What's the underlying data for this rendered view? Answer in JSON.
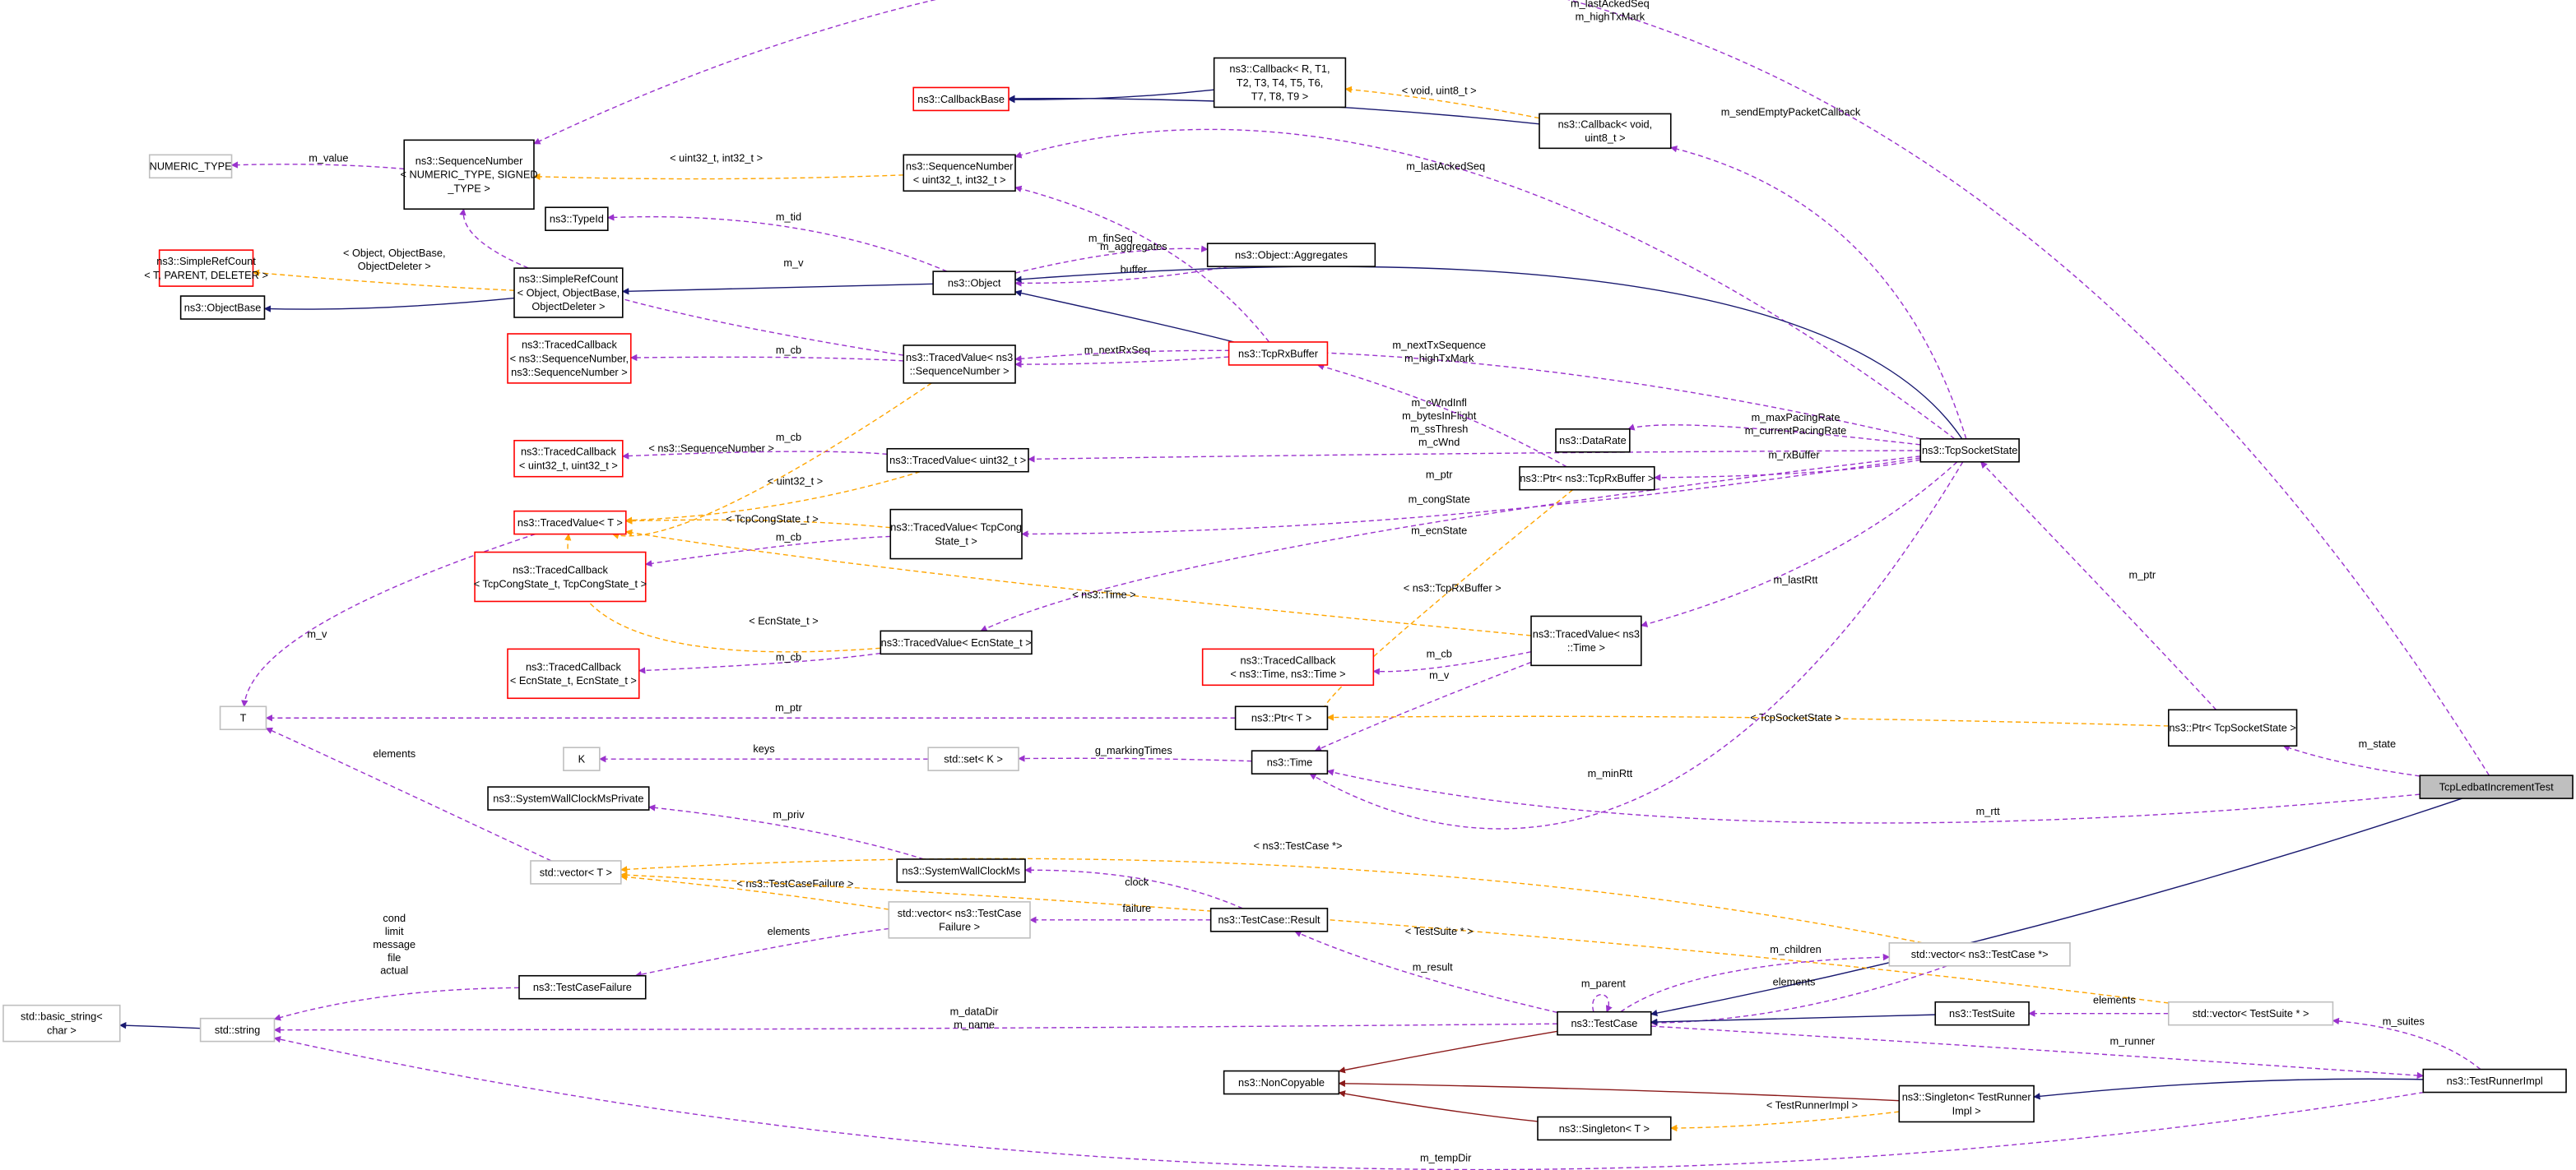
{
  "title": "TcpLedbatIncrementTest",
  "colors": {
    "usage": "#9a32cd",
    "template": "#ffa500",
    "inherit": "#191970",
    "private": "#8b1a1a",
    "truncated": "#ff0000",
    "undocumented": "#bfbfbf",
    "focus_fill": "#bfbfbf"
  },
  "nodes": {
    "numericType": {
      "lines": [
        "NUMERIC_TYPE"
      ],
      "style": "undocumented"
    },
    "seqNumGeneric": {
      "lines": [
        "ns3::SequenceNumber",
        "< NUMERIC_TYPE, SIGNED",
        "_TYPE >"
      ],
      "style": "normal"
    },
    "callbackBase": {
      "lines": [
        "ns3::CallbackBase"
      ],
      "style": "truncated"
    },
    "callbackR": {
      "lines": [
        "ns3::Callback< R, T1,",
        "T2, T3, T4, T5, T6,",
        "T7, T8, T9 >"
      ],
      "style": "normal"
    },
    "callbackVoid": {
      "lines": [
        "ns3::Callback< void,",
        "uint8_t >"
      ],
      "style": "normal"
    },
    "seqNumU32": {
      "lines": [
        "ns3::SequenceNumber",
        "< uint32_t, int32_t >"
      ],
      "style": "normal"
    },
    "typeId": {
      "lines": [
        "ns3::TypeId"
      ],
      "style": "normal"
    },
    "object": {
      "lines": [
        "ns3::Object"
      ],
      "style": "normal"
    },
    "aggregates": {
      "lines": [
        "ns3::Object::Aggregates"
      ],
      "style": "normal"
    },
    "simpleRefT": {
      "lines": [
        "ns3::SimpleRefCount",
        "< T, PARENT, DELETER >"
      ],
      "style": "truncated"
    },
    "simpleRefObj": {
      "lines": [
        "ns3::SimpleRefCount",
        "< Object, ObjectBase,",
        "ObjectDeleter >"
      ],
      "style": "normal"
    },
    "objectBase": {
      "lines": [
        "ns3::ObjectBase"
      ],
      "style": "normal"
    },
    "tcSeq": {
      "lines": [
        "ns3::TracedCallback",
        "< ns3::SequenceNumber,",
        "ns3::SequenceNumber >"
      ],
      "style": "truncated"
    },
    "tvSeq": {
      "lines": [
        "ns3::TracedValue< ns3",
        "::SequenceNumber >"
      ],
      "style": "normal"
    },
    "tcpRxBuffer": {
      "lines": [
        "ns3::TcpRxBuffer"
      ],
      "style": "truncated"
    },
    "tcU32": {
      "lines": [
        "ns3::TracedCallback",
        "< uint32_t, uint32_t >"
      ],
      "style": "truncated"
    },
    "tvU32": {
      "lines": [
        "ns3::TracedValue< uint32_t >"
      ],
      "style": "normal"
    },
    "dataRate": {
      "lines": [
        "ns3::DataRate"
      ],
      "style": "normal"
    },
    "tcpSocketState": {
      "lines": [
        "ns3::TcpSocketState"
      ],
      "style": "normal"
    },
    "ptrRxBuf": {
      "lines": [
        "ns3::Ptr< ns3::TcpRxBuffer >"
      ],
      "style": "normal"
    },
    "tvT": {
      "lines": [
        "ns3::TracedValue< T >"
      ],
      "style": "truncated"
    },
    "tvCong": {
      "lines": [
        "ns3::TracedValue< TcpCong",
        "State_t >"
      ],
      "style": "normal"
    },
    "tcCong": {
      "lines": [
        "ns3::TracedCallback",
        "< TcpCongState_t, TcpCongState_t >"
      ],
      "style": "truncated"
    },
    "tvEcn": {
      "lines": [
        "ns3::TracedValue< EcnState_t >"
      ],
      "style": "normal"
    },
    "tcEcn": {
      "lines": [
        "ns3::TracedCallback",
        "< EcnState_t, EcnState_t >"
      ],
      "style": "truncated"
    },
    "tvTime": {
      "lines": [
        "ns3::TracedValue< ns3",
        "::Time >"
      ],
      "style": "normal"
    },
    "tcTime": {
      "lines": [
        "ns3::TracedCallback",
        "< ns3::Time, ns3::Time >"
      ],
      "style": "truncated"
    },
    "T": {
      "lines": [
        "T"
      ],
      "style": "undocumented"
    },
    "ptrT": {
      "lines": [
        "ns3::Ptr< T >"
      ],
      "style": "normal"
    },
    "ptrTcpSS": {
      "lines": [
        "ns3::Ptr< TcpSocketState >"
      ],
      "style": "normal"
    },
    "K": {
      "lines": [
        "K"
      ],
      "style": "undocumented"
    },
    "stdSetK": {
      "lines": [
        "std::set< K >"
      ],
      "style": "undocumented"
    },
    "time": {
      "lines": [
        "ns3::Time"
      ],
      "style": "normal"
    },
    "ledbat": {
      "lines": [
        "TcpLedbatIncrementTest"
      ],
      "style": "focus"
    },
    "sysWallPriv": {
      "lines": [
        "ns3::SystemWallClockMsPrivate"
      ],
      "style": "normal"
    },
    "stdVecT": {
      "lines": [
        "std::vector< T >"
      ],
      "style": "undocumented"
    },
    "sysWall": {
      "lines": [
        "ns3::SystemWallClockMs"
      ],
      "style": "normal"
    },
    "vecTCF": {
      "lines": [
        "std::vector< ns3::TestCase",
        "Failure >"
      ],
      "style": "undocumented"
    },
    "tcResult": {
      "lines": [
        "ns3::TestCase::Result"
      ],
      "style": "normal"
    },
    "vecTCstar": {
      "lines": [
        "std::vector< ns3::TestCase *>"
      ],
      "style": "undocumented"
    },
    "tcFailure": {
      "lines": [
        "ns3::TestCaseFailure"
      ],
      "style": "normal"
    },
    "basicString": {
      "lines": [
        "std::basic_string<",
        "char >"
      ],
      "style": "undocumented"
    },
    "string": {
      "lines": [
        "std::string"
      ],
      "style": "undocumented"
    },
    "testCase": {
      "lines": [
        "ns3::TestCase"
      ],
      "style": "normal"
    },
    "testSuite": {
      "lines": [
        "ns3::TestSuite"
      ],
      "style": "normal"
    },
    "vecTSstar": {
      "lines": [
        "std::vector< TestSuite * >"
      ],
      "style": "undocumented"
    },
    "nonCopyable": {
      "lines": [
        "ns3::NonCopyable"
      ],
      "style": "normal"
    },
    "singletonTR": {
      "lines": [
        "ns3::Singleton< TestRunner",
        "Impl >"
      ],
      "style": "normal"
    },
    "testRunner": {
      "lines": [
        "ns3::TestRunnerImpl"
      ],
      "style": "normal"
    },
    "singletonT": {
      "lines": [
        "ns3::Singleton< T >"
      ],
      "style": "normal"
    }
  },
  "edges": [
    {
      "from": "seqNumGeneric",
      "to": "numericType",
      "kind": "usage",
      "label": [
        "m_value"
      ]
    },
    {
      "from": "seqNumU32",
      "to": "seqNumGeneric",
      "kind": "template",
      "label": [
        "< uint32_t, int32_t >"
      ]
    },
    {
      "from": "callbackR",
      "to": "callbackBase",
      "kind": "inherit",
      "label": []
    },
    {
      "from": "callbackVoid",
      "to": "callbackBase",
      "kind": "inherit",
      "label": []
    },
    {
      "from": "callbackVoid",
      "to": "callbackR",
      "kind": "template",
      "label": [
        "< void, uint8_t >"
      ]
    },
    {
      "from": "tcpSocketState",
      "to": "callbackVoid",
      "kind": "usage",
      "label": [
        "m_sendEmptyPacketCallback"
      ]
    },
    {
      "from": "ledbat",
      "to": "seqNumGeneric",
      "kind": "usage",
      "label": [
        "m_lastAckedSeq",
        "m_highTxMark"
      ]
    },
    {
      "from": "tcpSocketState",
      "to": "seqNumU32",
      "kind": "usage",
      "label": [
        "m_lastAckedSeq"
      ]
    },
    {
      "from": "tcpRxBuffer",
      "to": "seqNumU32",
      "kind": "usage",
      "label": [
        "m_finSeq"
      ]
    },
    {
      "from": "object",
      "to": "typeId",
      "kind": "usage",
      "label": [
        "m_tid"
      ]
    },
    {
      "from": "object",
      "to": "aggregates",
      "kind": "usage",
      "label": [
        "m_aggregates"
      ]
    },
    {
      "from": "aggregates",
      "to": "object",
      "kind": "usage",
      "label": [
        "buffer"
      ]
    },
    {
      "from": "simpleRefObj",
      "to": "simpleRefT",
      "kind": "template",
      "label": [
        "< Object, ObjectBase,",
        "ObjectDeleter >"
      ]
    },
    {
      "from": "simpleRefObj",
      "to": "objectBase",
      "kind": "inherit",
      "label": []
    },
    {
      "from": "object",
      "to": "simpleRefObj",
      "kind": "inherit",
      "label": []
    },
    {
      "from": "tcpRxBuffer",
      "to": "object",
      "kind": "inherit",
      "label": []
    },
    {
      "from": "tcpSocketState",
      "to": "object",
      "kind": "inherit",
      "label": []
    },
    {
      "from": "tvSeq",
      "to": "tcSeq",
      "kind": "usage",
      "label": [
        "m_cb"
      ]
    },
    {
      "from": "tvSeq",
      "to": "seqNumGeneric",
      "kind": "usage",
      "label": [
        "m_v"
      ]
    },
    {
      "from": "tcpRxBuffer",
      "to": "tvSeq",
      "kind": "usage",
      "label": [
        "m_nextRxSeq"
      ]
    },
    {
      "from": "tcpSocketState",
      "to": "tvSeq",
      "kind": "usage",
      "label": [
        "m_nextTxSequence",
        "m_highTxMark"
      ]
    },
    {
      "from": "tvSeq",
      "to": "tvT",
      "kind": "template",
      "label": [
        "< ns3::SequenceNumber >"
      ]
    },
    {
      "from": "tvU32",
      "to": "tcU32",
      "kind": "usage",
      "label": [
        "m_cb"
      ]
    },
    {
      "from": "tvU32",
      "to": "tvT",
      "kind": "template",
      "label": [
        "< uint32_t >"
      ]
    },
    {
      "from": "tcpSocketState",
      "to": "tvU32",
      "kind": "usage",
      "label": [
        "m_cWndInfl",
        "m_bytesInFlight",
        "m_ssThresh",
        "m_cWnd"
      ]
    },
    {
      "from": "tcpSocketState",
      "to": "dataRate",
      "kind": "usage",
      "label": [
        "m_maxPacingRate",
        "m_currentPacingRate"
      ]
    },
    {
      "from": "tcpSocketState",
      "to": "ptrRxBuf",
      "kind": "usage",
      "label": [
        "m_rxBuffer"
      ]
    },
    {
      "from": "ptrRxBuf",
      "to": "tcpRxBuffer",
      "kind": "usage",
      "label": [
        "m_ptr"
      ]
    },
    {
      "from": "ptrRxBuf",
      "to": "ptrT",
      "kind": "template",
      "label": [
        "< ns3::TcpRxBuffer >"
      ]
    },
    {
      "from": "tvCong",
      "to": "tvT",
      "kind": "template",
      "label": [
        "< TcpCongState_t >"
      ]
    },
    {
      "from": "tvCong",
      "to": "tcCong",
      "kind": "usage",
      "label": [
        "m_cb"
      ]
    },
    {
      "from": "tcpSocketState",
      "to": "tvCong",
      "kind": "usage",
      "label": [
        "m_congState"
      ]
    },
    {
      "from": "tcpSocketState",
      "to": "tvEcn",
      "kind": "usage",
      "label": [
        "m_ecnState"
      ]
    },
    {
      "from": "tvEcn",
      "to": "tvT",
      "kind": "template",
      "label": [
        "< EcnState_t >"
      ]
    },
    {
      "from": "tvEcn",
      "to": "tcEcn",
      "kind": "usage",
      "label": [
        "m_cb"
      ]
    },
    {
      "from": "tvTime",
      "to": "tvT",
      "kind": "template",
      "label": [
        "< ns3::Time >"
      ]
    },
    {
      "from": "tvTime",
      "to": "tcTime",
      "kind": "usage",
      "label": [
        "m_cb"
      ]
    },
    {
      "from": "tvTime",
      "to": "time",
      "kind": "usage",
      "label": [
        "m_v"
      ]
    },
    {
      "from": "tcpSocketState",
      "to": "tvTime",
      "kind": "usage",
      "label": [
        "m_lastRtt"
      ]
    },
    {
      "from": "tvT",
      "to": "T",
      "kind": "usage",
      "label": [
        "m_v"
      ]
    },
    {
      "from": "ptrT",
      "to": "T",
      "kind": "usage",
      "label": [
        "m_ptr"
      ]
    },
    {
      "from": "ptrTcpSS",
      "to": "ptrT",
      "kind": "template",
      "label": [
        "< TcpSocketState >"
      ]
    },
    {
      "from": "ptrTcpSS",
      "to": "tcpSocketState",
      "kind": "usage",
      "label": [
        "m_ptr"
      ]
    },
    {
      "from": "ledbat",
      "to": "ptrTcpSS",
      "kind": "usage",
      "label": [
        "m_state"
      ]
    },
    {
      "from": "tcpSocketState",
      "to": "time",
      "kind": "usage",
      "label": [
        "m_minRtt"
      ]
    },
    {
      "from": "ledbat",
      "to": "time",
      "kind": "usage",
      "label": [
        "m_rtt"
      ]
    },
    {
      "from": "stdSetK",
      "to": "K",
      "kind": "usage",
      "label": [
        "keys"
      ]
    },
    {
      "from": "time",
      "to": "stdSetK",
      "kind": "usage",
      "label": [
        "g_markingTimes"
      ]
    },
    {
      "from": "ledbat",
      "to": "testCase",
      "kind": "inherit",
      "label": []
    },
    {
      "from": "sysWall",
      "to": "sysWallPriv",
      "kind": "usage",
      "label": [
        "m_priv"
      ]
    },
    {
      "from": "stdVecT",
      "to": "T",
      "kind": "usage",
      "label": [
        "elements"
      ]
    },
    {
      "from": "vecTCF",
      "to": "stdVecT",
      "kind": "template",
      "label": [
        "< ns3::TestCaseFailure >"
      ]
    },
    {
      "from": "vecTCstar",
      "to": "stdVecT",
      "kind": "template",
      "label": [
        "< ns3::TestCase *>"
      ]
    },
    {
      "from": "vecTSstar",
      "to": "stdVecT",
      "kind": "template",
      "label": [
        "< TestSuite * >"
      ]
    },
    {
      "from": "tcResult",
      "to": "sysWall",
      "kind": "usage",
      "label": [
        "clock"
      ]
    },
    {
      "from": "tcResult",
      "to": "vecTCF",
      "kind": "usage",
      "label": [
        "failure"
      ]
    },
    {
      "from": "vecTCF",
      "to": "tcFailure",
      "kind": "usage",
      "label": [
        "elements"
      ]
    },
    {
      "from": "tcFailure",
      "to": "string",
      "kind": "usage",
      "label": [
        "cond",
        "limit",
        "message",
        "file",
        "actual"
      ]
    },
    {
      "from": "string",
      "to": "basicString",
      "kind": "inherit",
      "label": []
    },
    {
      "from": "testCase",
      "to": "tcResult",
      "kind": "usage",
      "label": [
        "m_result"
      ]
    },
    {
      "from": "testCase",
      "to": "testCase",
      "kind": "usage",
      "label": [
        "m_parent"
      ]
    },
    {
      "from": "testCase",
      "to": "vecTCstar",
      "kind": "usage",
      "label": [
        "m_children"
      ]
    },
    {
      "from": "vecTCstar",
      "to": "testCase",
      "kind": "usage",
      "label": [
        "elements"
      ]
    },
    {
      "from": "testCase",
      "to": "string",
      "kind": "usage",
      "label": [
        "m_dataDir",
        "m_name"
      ]
    },
    {
      "from": "testSuite",
      "to": "testCase",
      "kind": "inherit",
      "label": []
    },
    {
      "from": "vecTSstar",
      "to": "testSuite",
      "kind": "usage",
      "label": [
        "elements"
      ]
    },
    {
      "from": "testRunner",
      "to": "vecTSstar",
      "kind": "usage",
      "label": [
        "m_suites"
      ]
    },
    {
      "from": "testCase",
      "to": "testRunner",
      "kind": "usage",
      "label": [
        "m_runner"
      ]
    },
    {
      "from": "testCase",
      "to": "nonCopyable",
      "kind": "private",
      "label": []
    },
    {
      "from": "singletonTR",
      "to": "nonCopyable",
      "kind": "private",
      "label": []
    },
    {
      "from": "singletonT",
      "to": "nonCopyable",
      "kind": "private",
      "label": []
    },
    {
      "from": "singletonTR",
      "to": "singletonT",
      "kind": "template",
      "label": [
        "< TestRunnerImpl >"
      ]
    },
    {
      "from": "testRunner",
      "to": "singletonTR",
      "kind": "inherit",
      "label": []
    },
    {
      "from": "testRunner",
      "to": "string",
      "kind": "usage",
      "label": [
        "m_tempDir"
      ]
    }
  ]
}
